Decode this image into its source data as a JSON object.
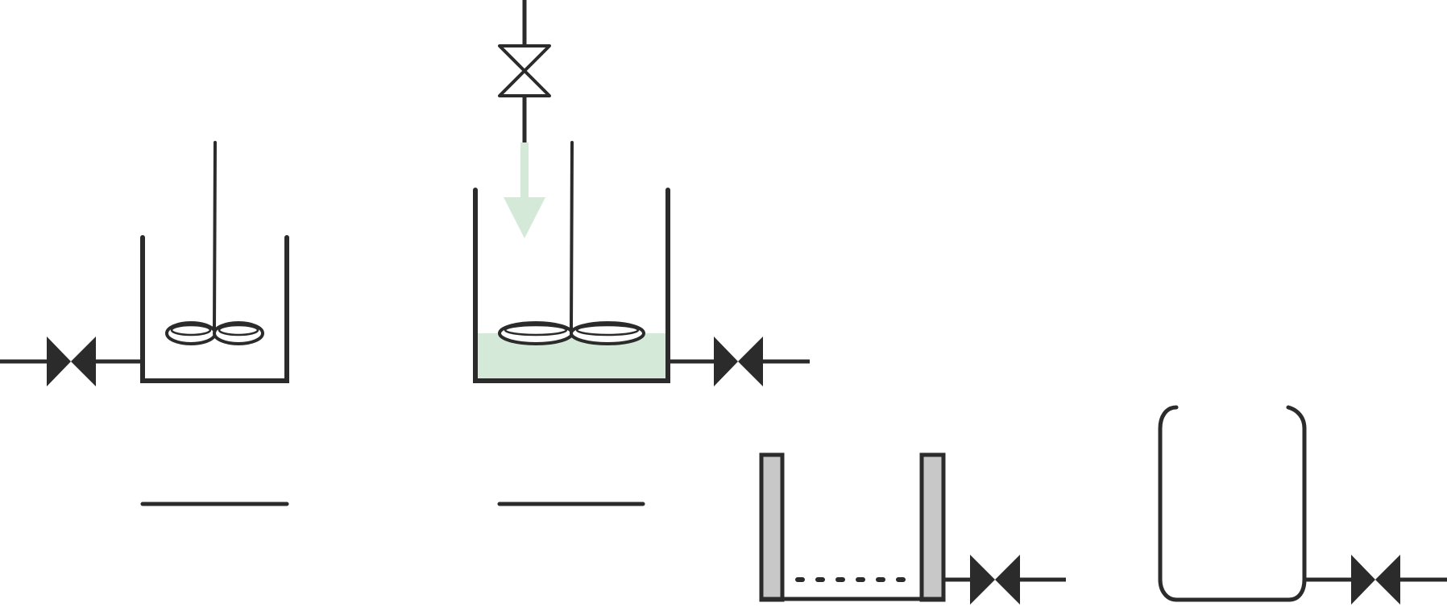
{
  "colors": {
    "background": "#ffffff",
    "line": "#2b2b2b",
    "liquid": "#d5e9d9",
    "filter_wall": "#c8c8c8"
  },
  "components": [
    {
      "name": "inlet-valve-left",
      "icon": "bowtie-valve-icon",
      "state": "closed"
    },
    {
      "name": "stirred-tank-empty",
      "icon": "agitated-vessel-icon",
      "liquid_fraction": 0
    },
    {
      "name": "feed-valve-top",
      "icon": "bowtie-valve-icon",
      "state": "open"
    },
    {
      "name": "feed-flow-arrow",
      "icon": "arrow-down-icon"
    },
    {
      "name": "stirred-tank-filled",
      "icon": "agitated-vessel-icon",
      "liquid_fraction": 0.25
    },
    {
      "name": "outlet-valve-middle",
      "icon": "bowtie-valve-icon",
      "state": "closed"
    },
    {
      "name": "filter-tank",
      "icon": "filter-vessel-icon"
    },
    {
      "name": "outlet-valve-filter",
      "icon": "bowtie-valve-icon",
      "state": "closed"
    },
    {
      "name": "receiver-vessel",
      "icon": "open-vessel-icon"
    },
    {
      "name": "outlet-valve-right",
      "icon": "bowtie-valve-icon",
      "state": "closed"
    }
  ]
}
